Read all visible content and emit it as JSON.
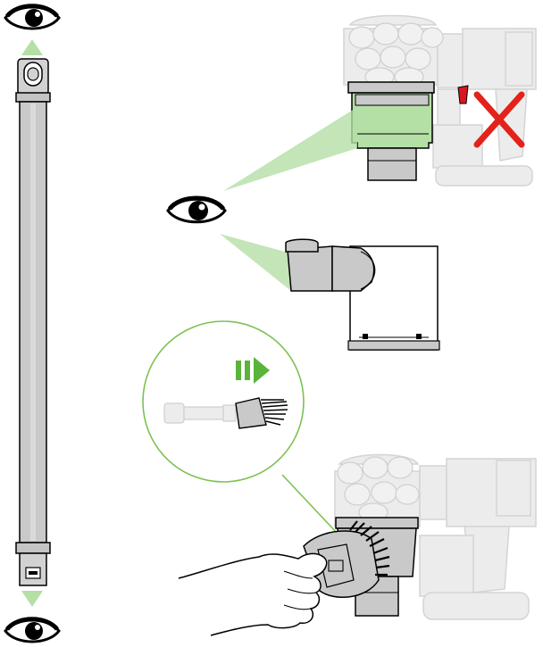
{
  "figure": {
    "panels": [
      "wand-inspection",
      "cyclone-shroud-inspection",
      "bin-inspection",
      "brush-tool-cleaning"
    ]
  },
  "icons": {
    "eye": "eye-icon",
    "cross": "cross-icon",
    "arrow": "double-bar-arrow-icon",
    "up_arrow": "arrow-up-icon",
    "down_arrow": "arrow-down-icon"
  },
  "colors": {
    "highlight_green": "#b4dfa5",
    "arrow_green": "#5ab43a",
    "circle_green": "#7cc152",
    "cross_red": "#e2231a",
    "trigger_red": "#d9161e",
    "grey_part": "#c9c9c9",
    "faded_part": "#e6e6e6"
  }
}
